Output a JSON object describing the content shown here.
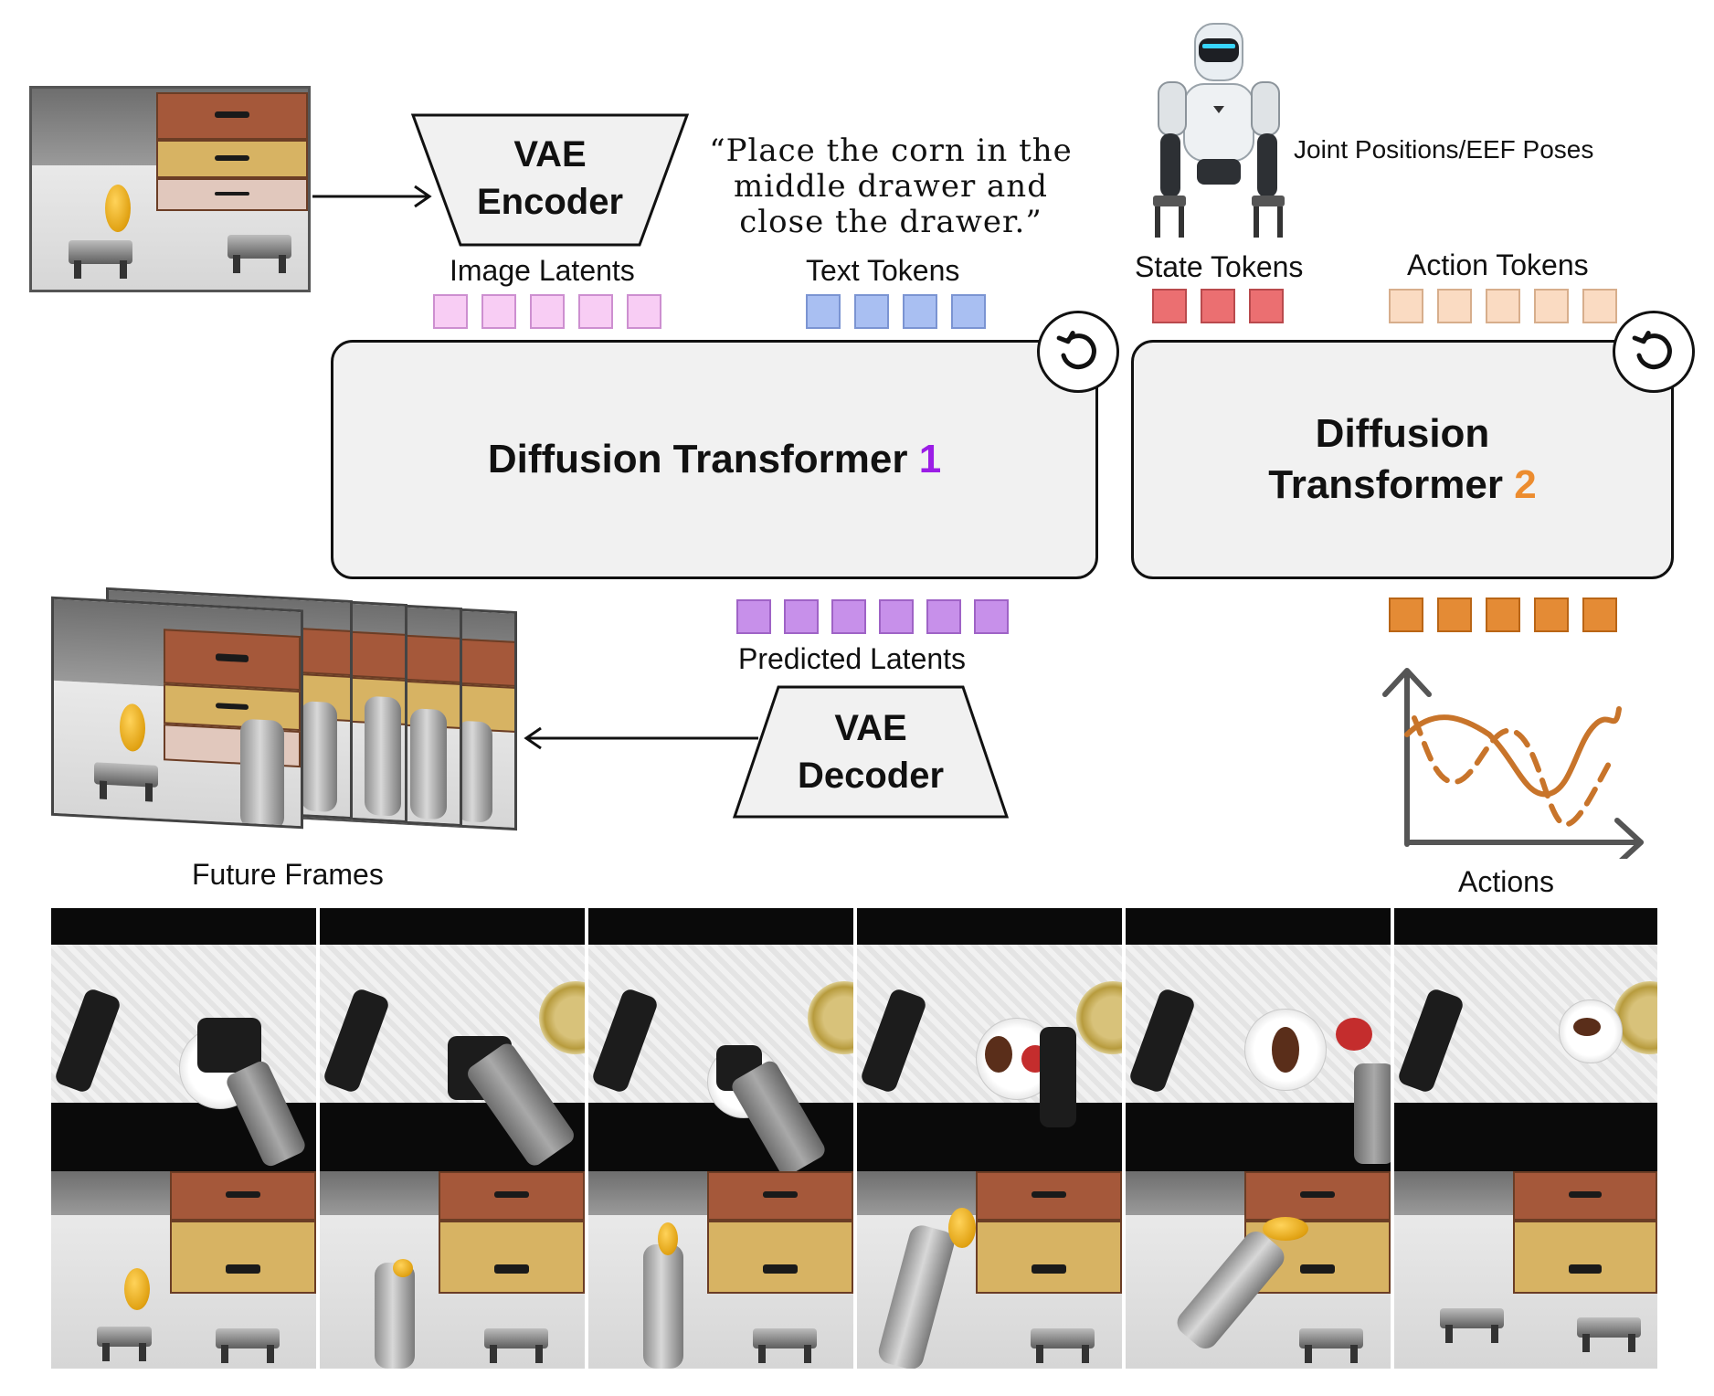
{
  "encoder": {
    "line1": "VAE",
    "line2": "Encoder"
  },
  "decoder": {
    "line1": "VAE",
    "line2": "Decoder"
  },
  "instruction": {
    "line1": "“Place the corn in the",
    "line2": "middle drawer and",
    "line3": "close the drawer.”"
  },
  "labels": {
    "image_latents": "Image Latents",
    "text_tokens": "Text Tokens",
    "state_tokens": "State Tokens",
    "action_tokens": "Action Tokens",
    "predicted_latents": "Predicted Latents",
    "joint_positions": "Joint Positions/EEF Poses",
    "future_frames": "Future Frames",
    "actions": "Actions"
  },
  "dit1": {
    "title": "Diffusion Transformer",
    "number": "1"
  },
  "dit2": {
    "line1": "Diffusion",
    "line2": "Transformer",
    "number": "2"
  },
  "tokens": {
    "image_latents": 5,
    "text_tokens": 4,
    "state_tokens": 3,
    "action_tokens": 5,
    "predicted_latents": 6,
    "actions": 5
  },
  "colors": {
    "dit1_number": "#9b1de6",
    "dit2_number": "#ec8c2f",
    "image_latent": "#f8cdf4",
    "text_token": "#a9bff2",
    "state_token": "#eb6f71",
    "action_token": "#fadbc2",
    "predicted_latent": "#c790ea",
    "action_output": "#e48b35",
    "curve": "#c8742a"
  },
  "icons": {
    "loop": "rotate-ccw-icon",
    "robot": "humanoid-robot-icon"
  }
}
